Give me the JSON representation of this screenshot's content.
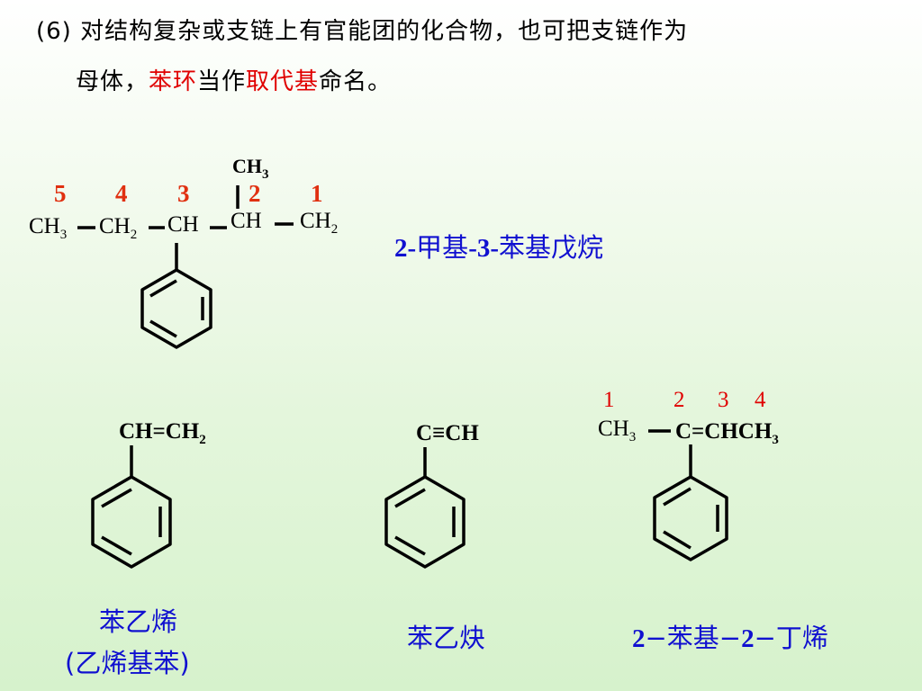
{
  "intro": {
    "line1": "(6) 对结构复杂或支链上有官能团的化合物，也可把支链作为",
    "line2_pre": "母体，",
    "line2_red1": "苯环",
    "line2_mid": "当作",
    "line2_red2": "取代基",
    "line2_post": "命名。"
  },
  "mol1": {
    "numbers": [
      "5",
      "4",
      "3",
      "2",
      "1"
    ],
    "branch_ch": "CH",
    "branch_sub": "3",
    "ch3": "CH",
    "ch3_sub": "3",
    "ch2": "CH",
    "ch2_sub": "2",
    "ch_a": "CH",
    "ch_b": "CH",
    "ch2_end": "CH",
    "ch2_end_sub": "2",
    "name_a": "2-",
    "name_b": "甲基",
    "name_c": "-3-",
    "name_d": "苯基戊烷"
  },
  "mol2": {
    "formula": "CH=CH",
    "sub": "2",
    "name_line1": "苯乙烯",
    "name_line2": "(乙烯基苯)"
  },
  "mol3": {
    "formula": "C≡CH",
    "name": "苯乙炔"
  },
  "mol4": {
    "numbers": [
      "1",
      "2",
      "3",
      "4"
    ],
    "ch3": "CH",
    "ch3_sub": "3",
    "rest": "C=CHCH",
    "rest_sub": "3",
    "name_a": "2",
    "name_b": "−苯基−",
    "name_c": "2",
    "name_d": "−丁烯"
  }
}
